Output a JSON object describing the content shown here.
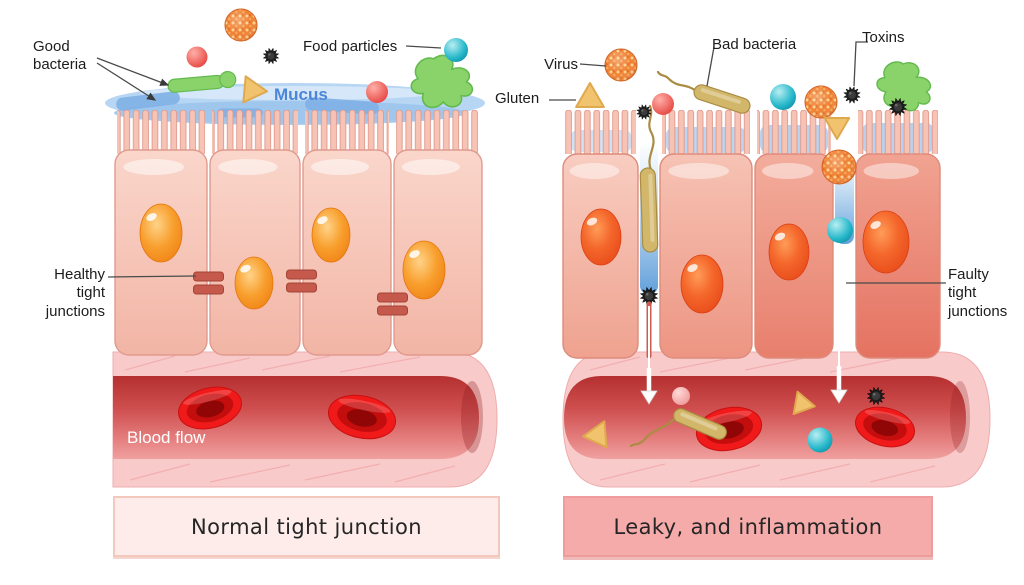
{
  "left_panel": {
    "labels": {
      "good_bacteria": "Good\nbacteria",
      "food_particles": "Food particles",
      "mucus": "Mucus",
      "tight_junctions": "Healthy\ntight\njunctions",
      "blood_flow": "Blood flow"
    },
    "caption": "Normal tight junction"
  },
  "right_panel": {
    "labels": {
      "virus": "Virus",
      "gluten": "Gluten",
      "bad_bacteria": "Bad bacteria",
      "toxins": "Toxins",
      "tight_junctions": "Faulty\ntight\njunctions"
    },
    "caption": "Leaky, and inflammation"
  },
  "colors": {
    "mucus_blue": "#9cc4ec",
    "cell_pink": "#f9d2c7",
    "inflamed_cell": "#ee9181",
    "nucleus_orange": "#f08018",
    "nucleus_red": "#ef4f18",
    "tight_junction": "#c5594b",
    "vessel_wall": "#f9caca",
    "blood_red": "#cf4f4f",
    "red_blood_cell": "#c40d0d",
    "good_bacteria_green": "#8ad36b",
    "bad_bacteria_olive": "#d2b76a",
    "virus_orange": "#ef8133",
    "toxin_black": "#1f1f1f",
    "food_particle_teal": "#18a7bd",
    "gluten_tan": "#f2c36e",
    "caption_left_bg": "#fdecea",
    "caption_right_bg": "#f6abab"
  }
}
